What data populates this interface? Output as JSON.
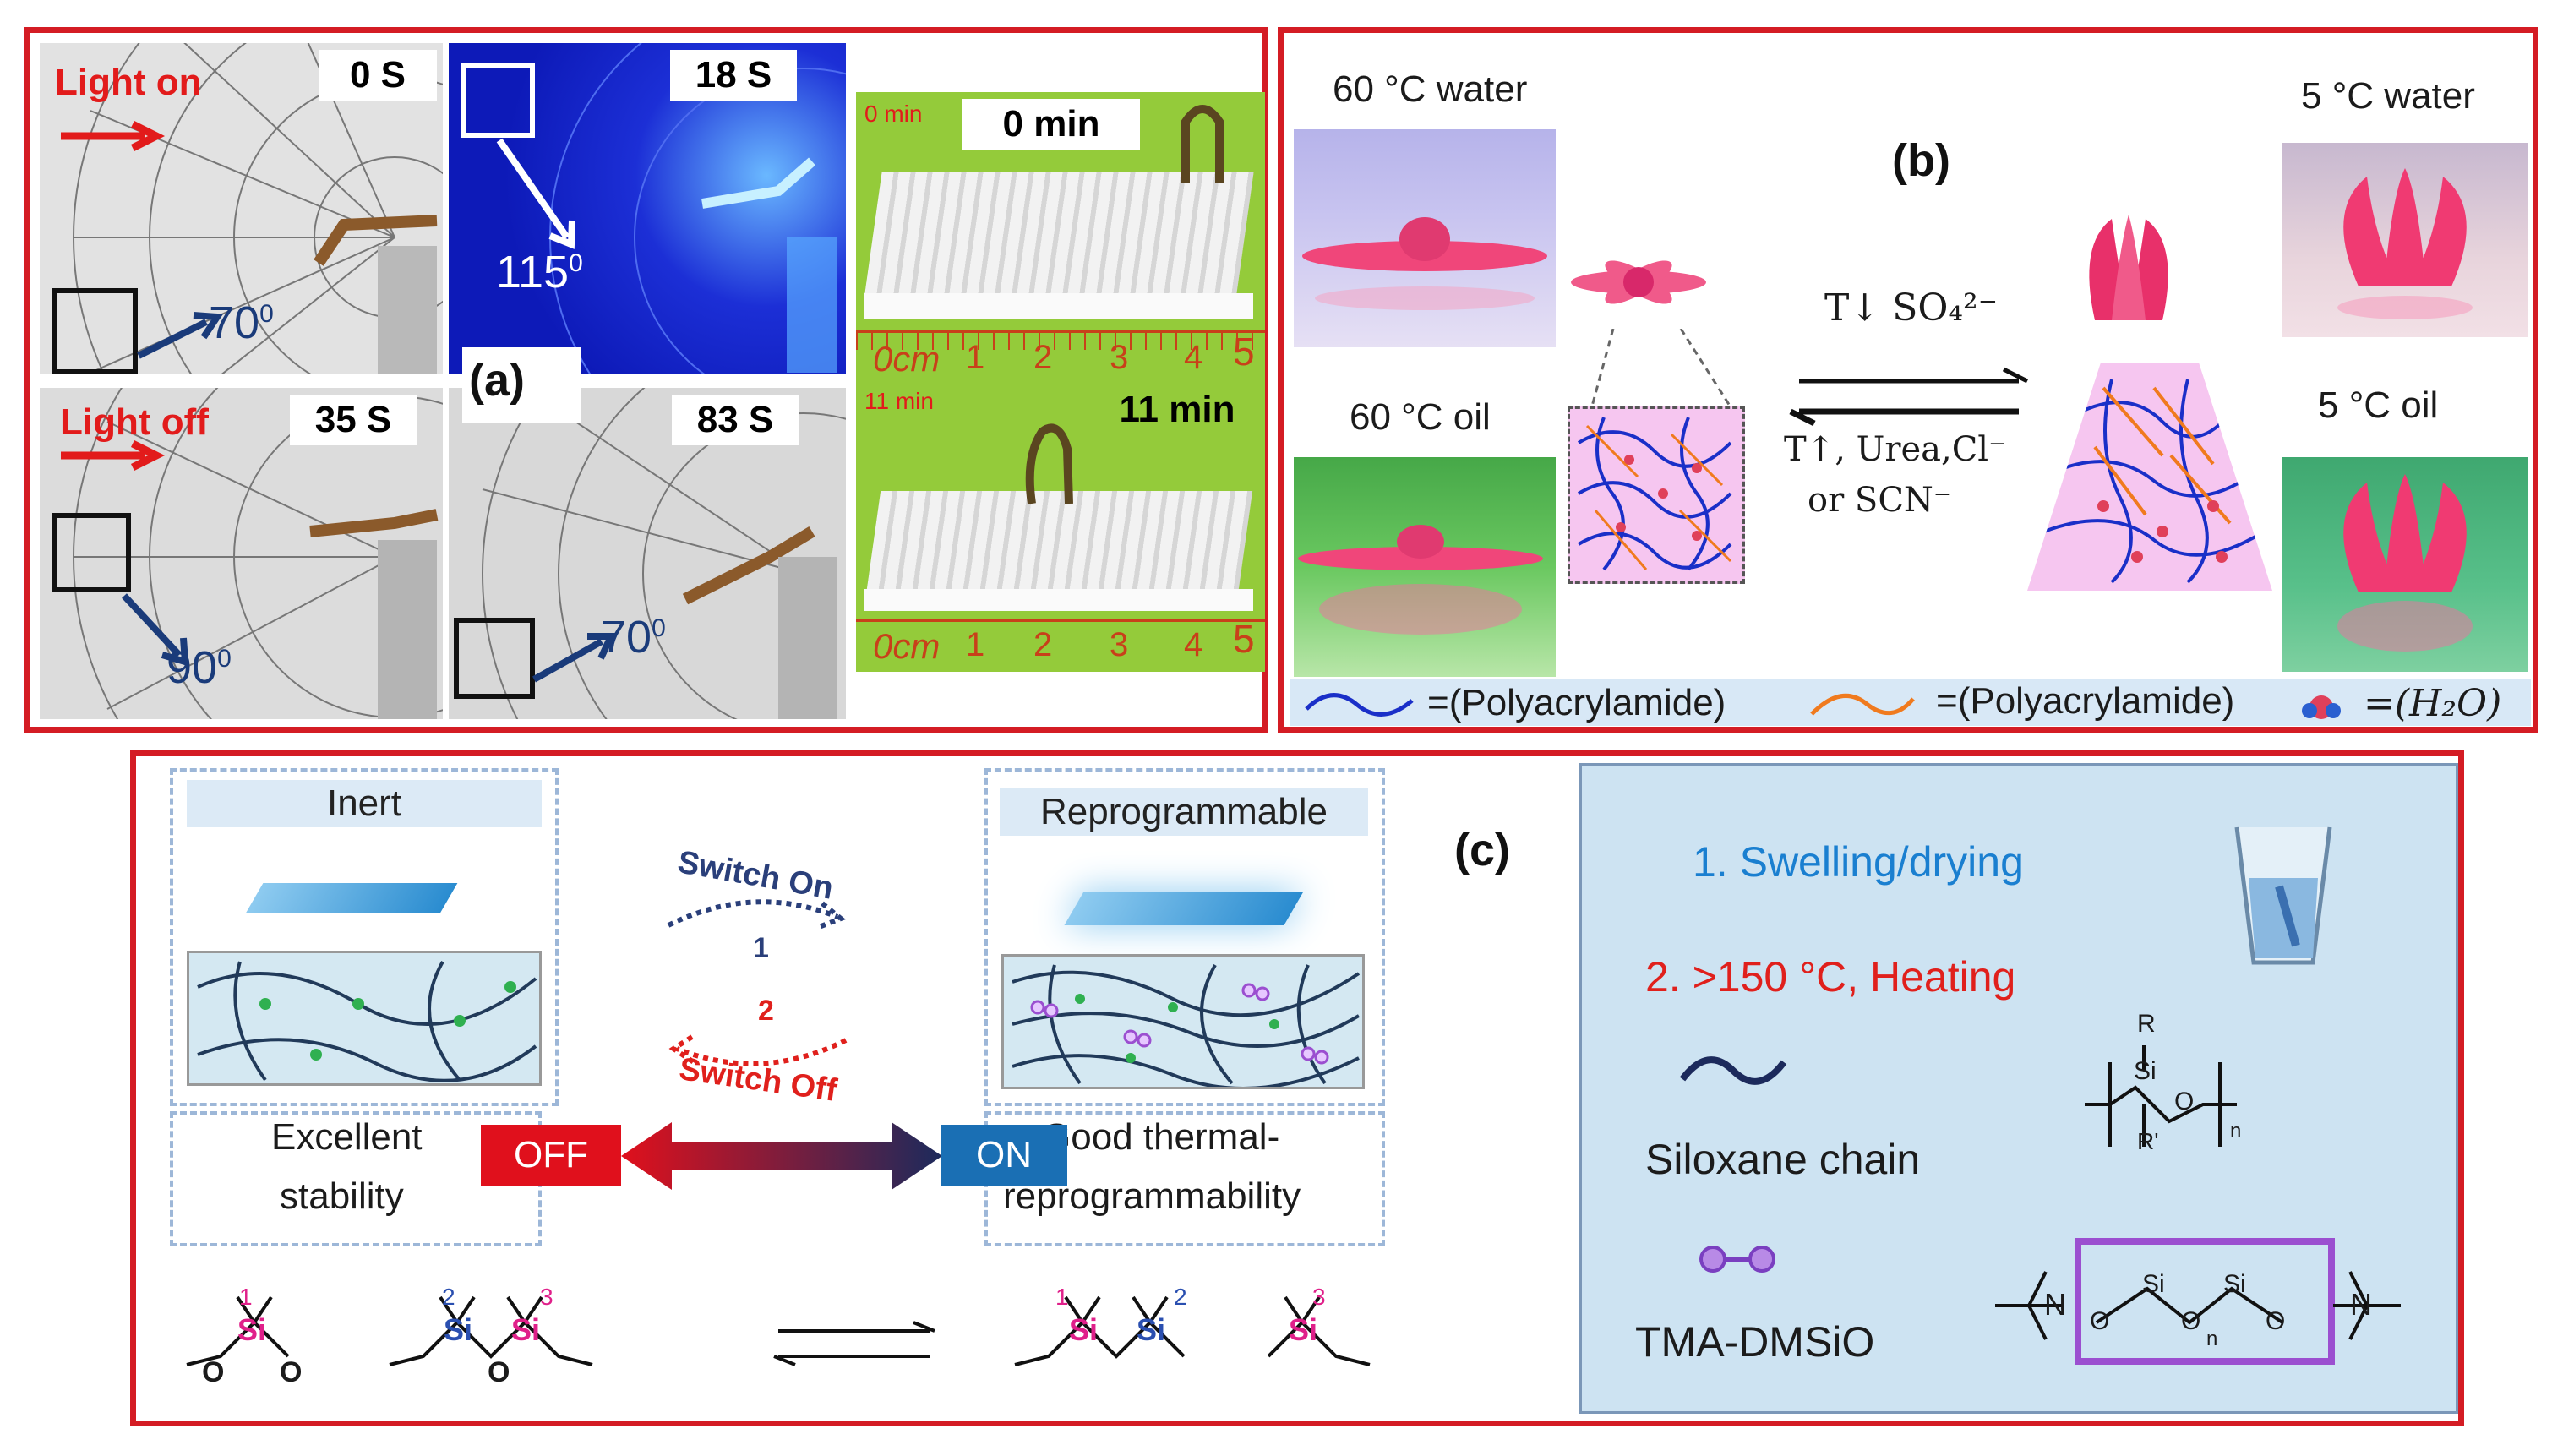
{
  "panel_a": {
    "label": "(a)",
    "tl": {
      "time": "0 S",
      "light": "Light on",
      "angle": "70",
      "sup": "0"
    },
    "tr": {
      "time": "18 S",
      "angle": "115",
      "sup": "0"
    },
    "bl": {
      "time": "35 S",
      "light": "Light off",
      "angle": "90",
      "sup": "0"
    },
    "br": {
      "time": "83 S",
      "angle": "70",
      "sup": "0"
    },
    "green_top": {
      "time": "0 min",
      "corner": "0 min"
    },
    "green_bottom": {
      "time": "11 min",
      "corner": "11 min"
    },
    "ruler_unit": "0cm",
    "ruler_ticks": [
      "1",
      "2",
      "3",
      "4",
      "5"
    ]
  },
  "panel_b": {
    "label": "(b)",
    "hot_water": "60 °C water",
    "hot_oil": "60 °C oil",
    "cold_water": "5 °C water",
    "cold_oil": "5 °C oil",
    "arrow_top": "T↓ SO₄²⁻",
    "arrow_bottom_1": "T↑, Urea,Cl⁻",
    "arrow_bottom_2": "or SCN⁻",
    "legend_blue": "=(Polyacrylamide)",
    "legend_orange": "=(Polyacrylamide)",
    "legend_water": "=(H₂O)",
    "colors": {
      "chain_blue": "#1a2fc8",
      "chain_orange": "#f07a1e",
      "gel_pink": "#f6c6f0",
      "flower": "#f0467a"
    }
  },
  "panel_c": {
    "label": "(c)",
    "inert": "Inert",
    "reprogrammable": "Reprogrammable",
    "switch_on": "Switch On",
    "switch_on_num": "1",
    "switch_off": "Switch Off",
    "switch_off_num": "2",
    "excellent_1": "Excellent",
    "excellent_2": "stability",
    "good_1": "Good thermal-",
    "good_2": "reprogrammability",
    "off": "OFF",
    "on": "ON",
    "step1": "1. Swelling/drying",
    "step2": "2. >150 °C, Heating",
    "siloxane": "Siloxane chain",
    "tma": "TMA-DMSiO",
    "si": "Si",
    "o": "O",
    "r": "R",
    "r_prime": "R'",
    "n": "n",
    "n_plus": "N",
    "numbers": [
      "1",
      "2",
      "3"
    ],
    "colors": {
      "off_red": "#e0101c",
      "on_blue": "#1a6fb4",
      "step1": "#1a7fd0",
      "step2": "#e0201c",
      "purple": "#9b4fd0",
      "pink_si": "#e0208a",
      "blue_si": "#2a4fb0"
    }
  }
}
